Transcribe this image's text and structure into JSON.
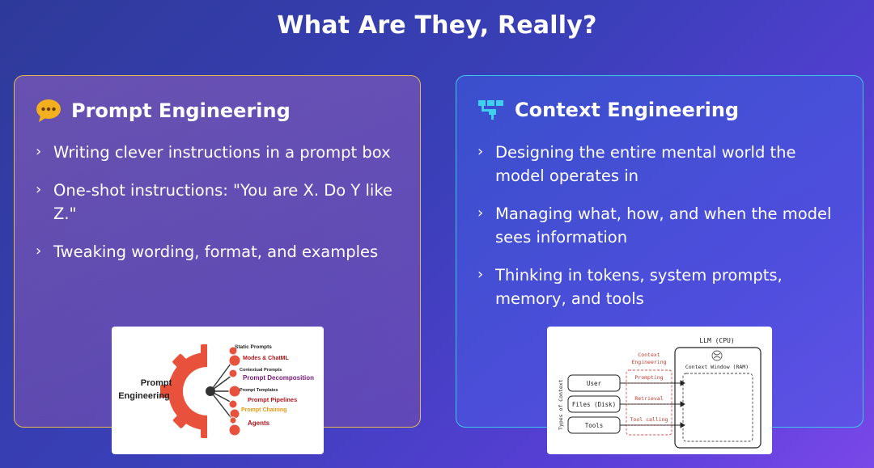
{
  "title": "What Are They, Really?",
  "left": {
    "heading": "Prompt Engineering",
    "icon": "speech-bubble-icon",
    "accent": "#e8b84a",
    "bullets": [
      "Writing clever instructions in a prompt box",
      "One-shot instructions: \"You are X. Do Y like Z.\"",
      "Tweaking wording, format, and examples"
    ],
    "diagram": {
      "center": "Prompt Engineering",
      "center_lines": [
        "Prompt",
        "Engineering"
      ],
      "items": [
        {
          "label": "Static Prompts",
          "color": "#222222"
        },
        {
          "label": "Modes & ChatML",
          "color": "#b0161b"
        },
        {
          "label": "Contextual Prompts",
          "color": "#222222"
        },
        {
          "label": "Prompt Decomposition",
          "color": "#7a1a7a"
        },
        {
          "label": "Prompt Templates",
          "color": "#222222"
        },
        {
          "label": "Prompt Pipelines",
          "color": "#b0161b"
        },
        {
          "label": "Prompt Chaining",
          "color": "#e39a10"
        },
        {
          "label": "Agents",
          "color": "#b0161b"
        }
      ]
    }
  },
  "right": {
    "heading": "Context Engineering",
    "icon": "network-icon",
    "accent": "#3fc6f0",
    "bullets": [
      "Designing the entire mental world the model operates in",
      "Managing what, how, and when the model sees information",
      "Thinking in tokens, system prompts, memory, and tools"
    ],
    "diagram": {
      "llm_label": "LLM (CPU)",
      "context_window_label": "Context Window (RAM)",
      "ce_label_1": "Context",
      "ce_label_2": "Engineering",
      "types_label": "Types of Context",
      "sources": [
        "User",
        "Files (Disk)",
        "Tools"
      ],
      "flows": [
        "Prompting",
        "Retrieval",
        "Tool calling"
      ]
    }
  }
}
